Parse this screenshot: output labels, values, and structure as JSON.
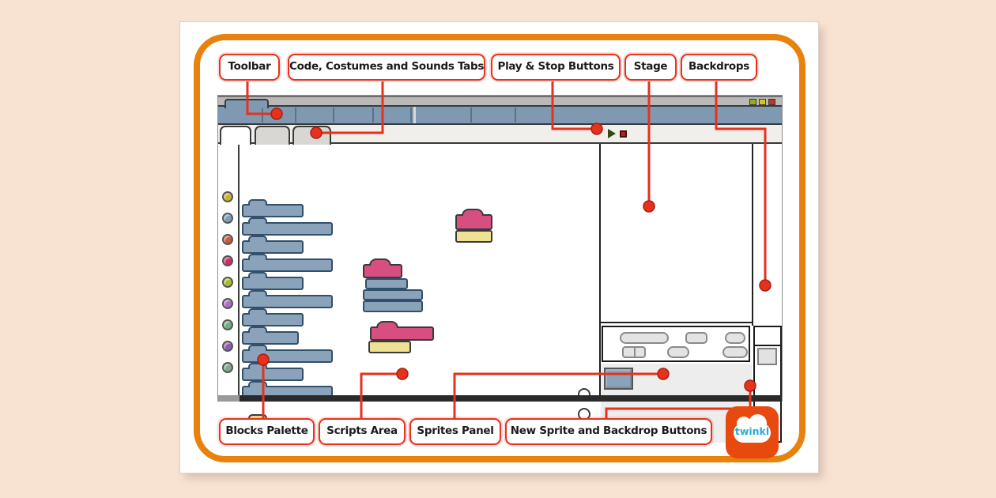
{
  "page": {
    "background": "#f8e3d2",
    "card_background": "#ffffff",
    "frame_color": "#e8820c",
    "callout_color": "#e6321c"
  },
  "labels": {
    "toolbar": "Toolbar",
    "tabs": "Code, Costumes and Sounds Tabs",
    "play_stop": "Play & Stop Buttons",
    "stage": "Stage",
    "backdrops": "Backdrops",
    "blocks_palette": "Blocks Palette",
    "scripts_area": "Scripts Area",
    "sprites_panel": "Sprites Panel",
    "new_sprite_backdrop": "New Sprite and Backdrop Buttons"
  },
  "logo": {
    "text": "twinkl",
    "background": "#e8490f",
    "text_color": "#2aa9e0"
  },
  "mockup": {
    "toolbar_color": "#7e99b1",
    "window_button_colors": [
      "#8fae1f",
      "#d8c41f",
      "#c13422"
    ],
    "palette_dot_colors": [
      "#c9b52f",
      "#7f9cb9",
      "#c75b3a",
      "#cf2d69",
      "#a9bd2c",
      "#b06cc0",
      "#6fae84",
      "#8e5bb0",
      "#7dab8d"
    ],
    "palette_block_widths": [
      78,
      115,
      78,
      115,
      78,
      115,
      78,
      72,
      115,
      78,
      115
    ],
    "block_colors": {
      "blue": "#8ba3ba",
      "pink": "#d64f80",
      "yellow": "#efe193"
    },
    "icons": [
      "play-icon",
      "stop-icon",
      "new-sprite-plus-icon",
      "new-backdrop-plus-icon"
    ]
  }
}
